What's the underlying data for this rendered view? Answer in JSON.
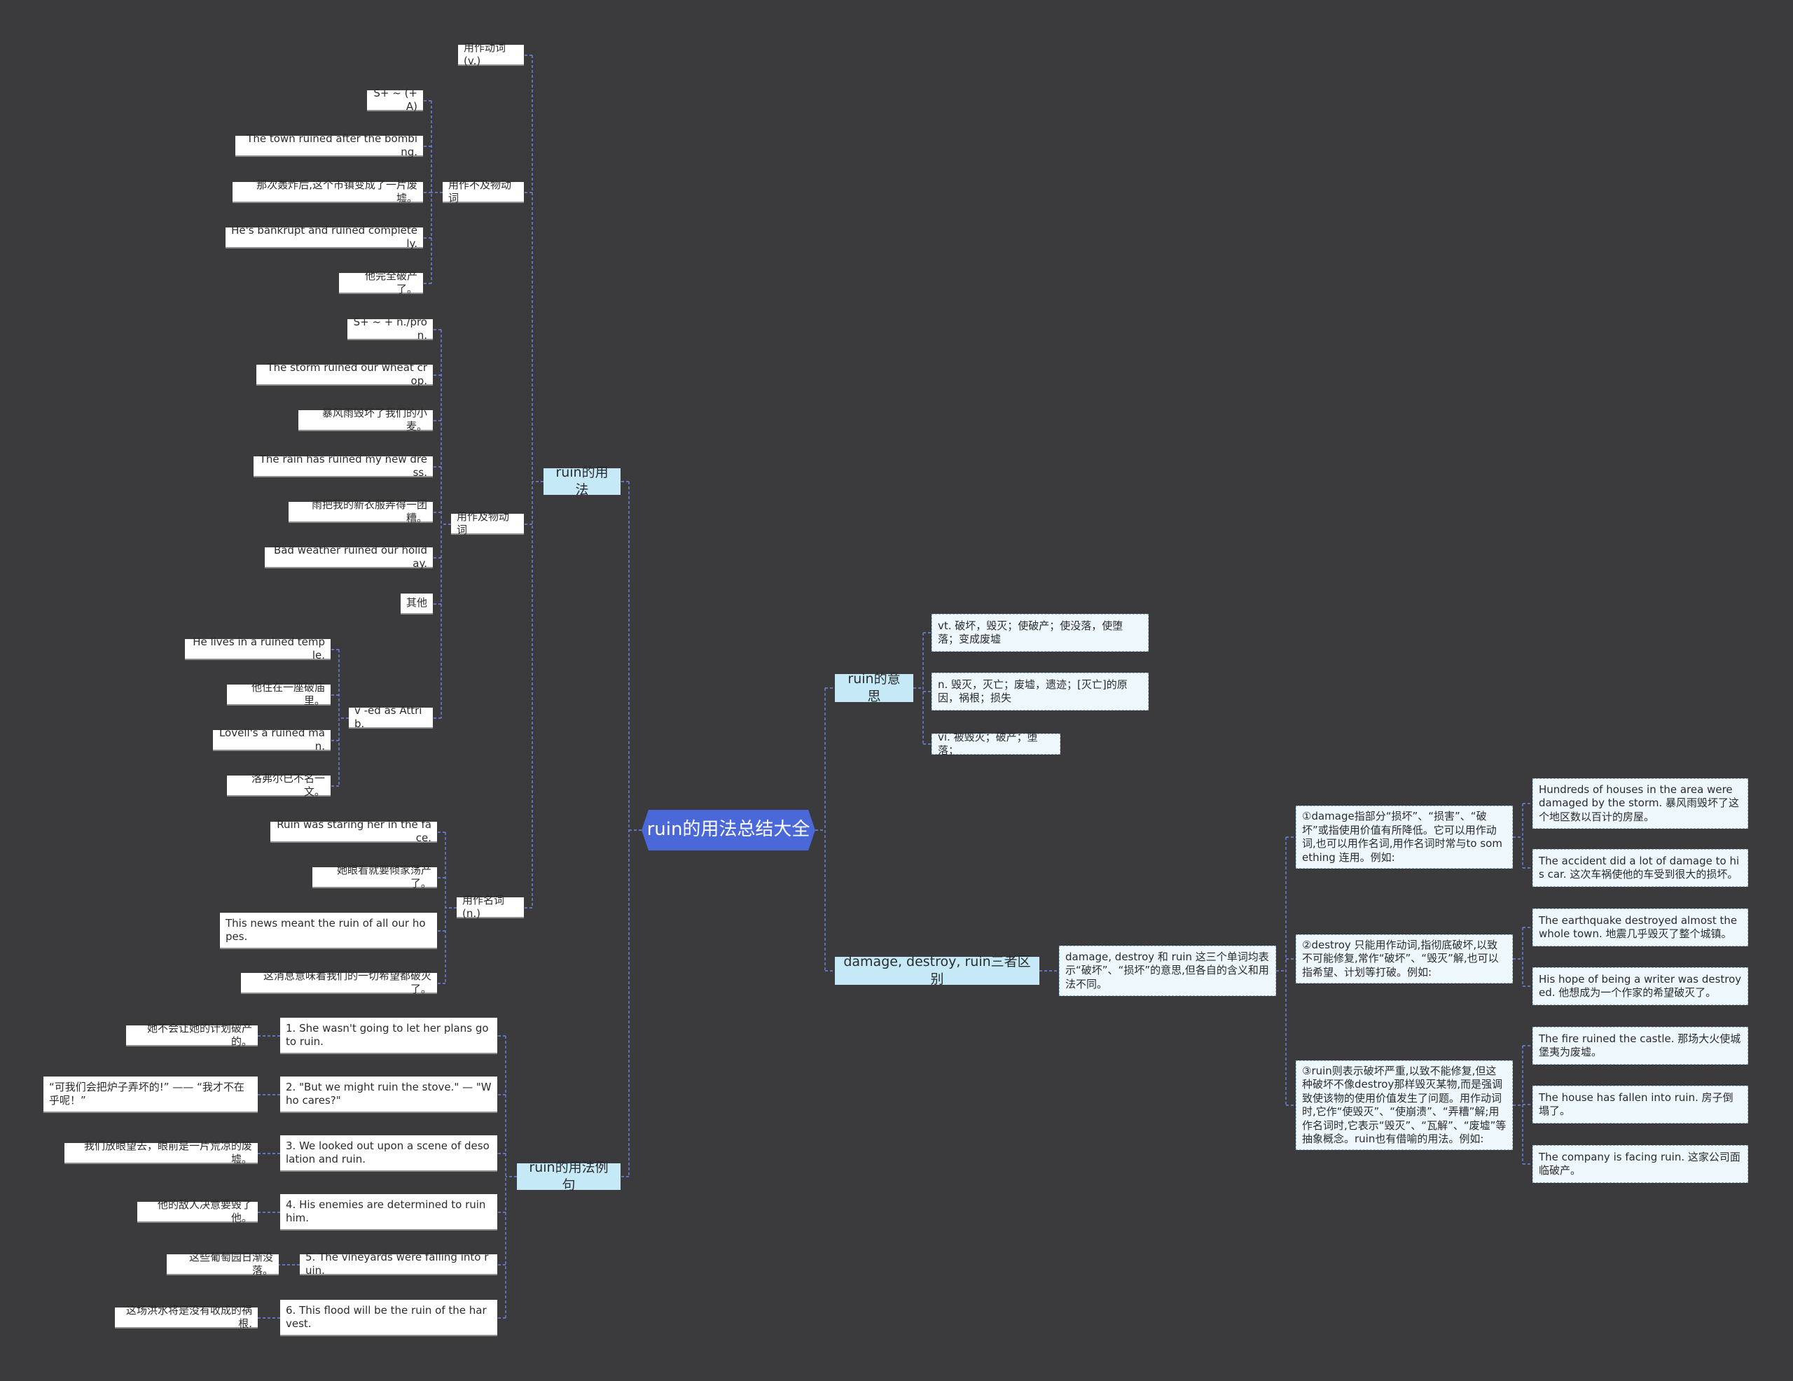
{
  "root": "ruin的用法总结大全",
  "branches": {
    "usage": "ruin的用法",
    "meaning": "ruin的意思",
    "examples": "ruin的用法例句",
    "diff": "damage, destroy, ruin三者区别"
  },
  "usage": {
    "verb": "用作动词(v.)",
    "intransitive": {
      "label": "用作不及物动词",
      "items": [
        "S+ ~ (+A)",
        "The town ruined after the bombing.",
        "那次轰炸后,这个市镇变成了一片废墟。",
        "He's bankrupt and ruined completely.",
        "他完全破产了。"
      ]
    },
    "transitive": {
      "label": "用作及物动词",
      "items": [
        "S+ ~ + n./pron.",
        "The storm ruined our wheat crop.",
        "暴风雨毁坏了我们的小麦。",
        "The rain has ruined my new dress.",
        "雨把我的新衣服弄得一团糟。",
        "Bad weather ruined our holiday.",
        "其他"
      ],
      "attrib": {
        "label": "v -ed as Attrib.",
        "items": [
          "He lives in a ruined temple.",
          "他住在一座破庙里。",
          "Lovell's a ruined man.",
          "洛弗尔已不名一文。"
        ]
      }
    },
    "noun": {
      "label": "用作名词(n.)",
      "items": [
        "Ruin was staring her in the face.",
        "她眼看就要倾家荡产了。",
        "This news meant the ruin of all our hopes.",
        "这消息意味着我们的一切希望都破灭了。"
      ]
    }
  },
  "meaning": {
    "items": [
      "vt. 破坏，毁灭；使破产；使没落，使堕落；变成废墟",
      "n. 毁灭，灭亡；废墟，遗迹；[灭亡]的原因，祸根；损失",
      "vi. 被毁灭；破产；堕落；"
    ]
  },
  "examples": {
    "items": [
      {
        "en": "1. She wasn't going to let her plans go to ruin.",
        "zh": "她不会让她的计划破产的。"
      },
      {
        "en": "2. \"But we might ruin the stove.\" — \"Who cares?\"",
        "zh": "“可我们会把炉子弄坏的!” —— “我才不在乎呢！”"
      },
      {
        "en": "3. We looked out upon a scene of desolation and ruin.",
        "zh": "我们放眼望去，眼前是一片荒凉的废墟。"
      },
      {
        "en": "4. His enemies are determined to ruin him.",
        "zh": "他的敌人决意要毁了他。"
      },
      {
        "en": "5. The vineyards were falling into ruin.",
        "zh": "这些葡萄园日渐没落。"
      },
      {
        "en": "6. This flood will be the ruin of the harvest.",
        "zh": "这场洪水将是没有收成的祸根."
      }
    ]
  },
  "diff": {
    "summary": "damage, destroy 和 ruin 这三个单词均表示“破坏”、“损坏”的意思,但各自的含义和用法不同。",
    "points": [
      {
        "text": "①damage指部分“损坏”、“损害”、“破坏”或指使用价值有所降低。它可以用作动词,也可以用作名词,用作名词时常与to something 连用。例如:",
        "examples": [
          "Hundreds of houses in the area were damaged by the storm. 暴风雨毁坏了这个地区数以百计的房屋。",
          "The accident did a lot of damage to his car. 这次车祸使他的车受到很大的损坏。"
        ]
      },
      {
        "text": "②destroy 只能用作动词,指彻底破坏,以致不可能修复,常作“破坏”、“毁灭”解,也可以指希望、计划等打破。例如:",
        "examples": [
          "The earthquake destroyed almost the whole town. 地震几乎毁灭了整个城镇。",
          "His hope of being a writer was destroyed. 他想成为一个作家的希望破灭了。"
        ]
      },
      {
        "text": "③ruin则表示破坏严重,以致不能修复,但这种破坏不像destroy那样毁灭某物,而是强调致使该物的使用价值发生了问题。用作动词时,它作“使毁灭”、“使崩溃”、“弄糟”解;用作名词时,它表示“毁灭”、“瓦解”、“废墟”等抽象概念。ruin也有借喻的用法。例如:",
        "examples": [
          "The fire ruined the castle. 那场大火使城堡夷为废墟。",
          "The house has fallen into ruin. 房子倒塌了。",
          "The company is facing ruin. 这家公司面临破产。"
        ]
      }
    ]
  },
  "colors": {
    "background": "#3b3a3c",
    "root": "#4a68d8",
    "branch": "#c6e9f8",
    "note": "#eef7fc",
    "link": "#6f86e0"
  }
}
